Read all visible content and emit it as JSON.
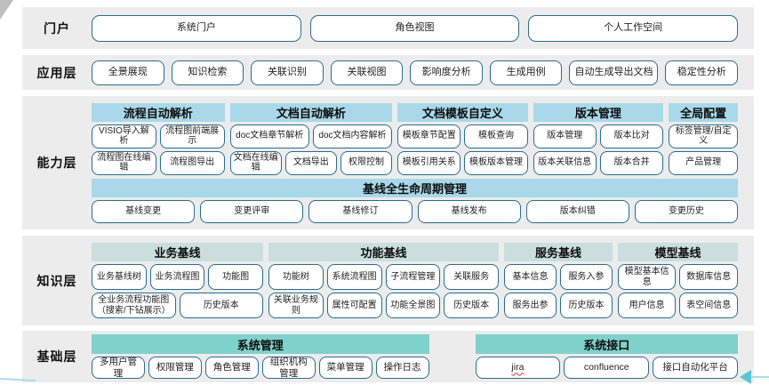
{
  "colors": {
    "band_background": "#ECECEC",
    "box_border": "#2B6C8A",
    "capability_header": "#A9D8EA",
    "knowledge_header": "#CBDEDE",
    "foundation_header": "#7FD2CB",
    "arrow": "#58C7D1"
  },
  "misspelled": [
    "jira"
  ],
  "layers": [
    {
      "id": "portal",
      "label": "门户",
      "boxes": [
        "系统门户",
        "角色视图",
        "个人工作空间"
      ]
    },
    {
      "id": "application",
      "label": "应用层",
      "boxes": [
        "全景展现",
        "知识检索",
        "关联识别",
        "关联视图",
        "影响度分析",
        "生成用例",
        "自动生成导出文档",
        "稳定性分析"
      ]
    },
    {
      "id": "capability",
      "label": "能力层",
      "groups": [
        {
          "title": "流程自动解析",
          "rows": [
            [
              "VISIO导入解析",
              "流程图前端展示"
            ],
            [
              "流程图在线编辑",
              "流程图导出"
            ]
          ]
        },
        {
          "title": "文档自动解析",
          "rows": [
            [
              "doc文档章节解析",
              "doc文档内容解析"
            ],
            [
              "文档在线编辑",
              "文档导出",
              "权限控制"
            ]
          ]
        },
        {
          "title": "文档模板自定义",
          "rows": [
            [
              "模板章节配置",
              "模板查询"
            ],
            [
              "模板引用关系",
              "模板版本管理"
            ]
          ]
        },
        {
          "title": "版本管理",
          "rows": [
            [
              "版本管理",
              "版本比对"
            ],
            [
              "版本关联信息",
              "版本合并"
            ]
          ]
        },
        {
          "title": "全局配置",
          "rows": [
            [
              "标签管理/自定义"
            ],
            [
              "产品管理"
            ]
          ]
        }
      ],
      "baseline": {
        "title": "基线全生命周期管理",
        "items": [
          "基线变更",
          "变更评审",
          "基线修订",
          "基线发布",
          "版本纠错",
          "变更历史"
        ]
      }
    },
    {
      "id": "knowledge",
      "label": "知识层",
      "groups": [
        {
          "title": "业务基线",
          "rows": [
            [
              "业务基线树",
              "业务流程图",
              "功能图"
            ],
            [
              "全业务流程功能图（搜索/下钻展示）",
              "历史版本"
            ]
          ]
        },
        {
          "title": "功能基线",
          "rows": [
            [
              "功能树",
              "系统流程图",
              "子流程管理",
              "关联服务"
            ],
            [
              "关联业务规则",
              "属性可配置",
              "功能全景图",
              "历史版本"
            ]
          ]
        },
        {
          "title": "服务基线",
          "rows": [
            [
              "基本信息",
              "服务入参"
            ],
            [
              "服务出参",
              "历史版本"
            ]
          ]
        },
        {
          "title": "模型基线",
          "rows": [
            [
              "模型基本信息",
              "数据库信息"
            ],
            [
              "用户信息",
              "表空间信息"
            ]
          ]
        }
      ]
    },
    {
      "id": "foundation",
      "label": "基础层",
      "groups": [
        {
          "title": "系统管理",
          "rows": [
            [
              "多用户管理",
              "权限管理",
              "角色管理",
              "组织机构管理",
              "菜单管理",
              "操作日志"
            ]
          ]
        },
        {
          "title": "系统接口",
          "rows": [
            [
              "jira",
              "confluence",
              "接口自动化平台"
            ]
          ]
        }
      ]
    }
  ]
}
